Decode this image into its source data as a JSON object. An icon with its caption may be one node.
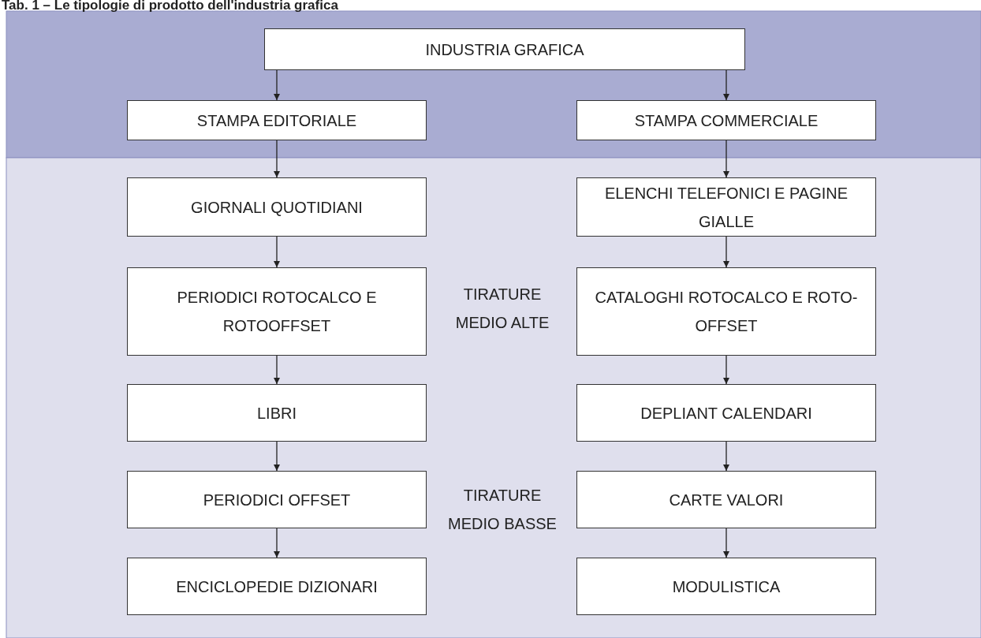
{
  "diagram": {
    "title": "Tab. 1 – Le tipologie di prodotto dell'industria grafica",
    "nodes": [
      {
        "text": [
          "INDUSTRIA GRAFICA"
        ]
      },
      {
        "text": [
          "STAMPA EDITORIALE"
        ]
      },
      {
        "text": [
          "STAMPA COMMERCIALE"
        ]
      },
      {
        "text": [
          "GIORNALI QUOTIDIANI"
        ]
      },
      {
        "text": [
          "PERIODICI ROTOCALCO E ROTOOFFSET"
        ]
      },
      {
        "text": [
          "LIBRI"
        ]
      },
      {
        "text": [
          "PERIODICI OFFSET"
        ]
      },
      {
        "text": [
          "ENCICLOPEDIE DIZIONARI"
        ]
      },
      {
        "text": [
          "ELENCHI TELEFONICI E PAGINE GIALLE"
        ]
      },
      {
        "text": [
          "CATALOGHI ROTOCALCO E ROTO-OFFSET"
        ]
      },
      {
        "text": [
          "DEPLIANT CALENDARI"
        ]
      },
      {
        "text": [
          "CARTE VALORI"
        ]
      },
      {
        "text": [
          "MODULISTICA"
        ]
      }
    ],
    "edges": [
      {
        "from": 0,
        "to": 1,
        "arrow": "to"
      },
      {
        "from": 0,
        "to": 2,
        "arrow": "to"
      },
      {
        "from": 1,
        "to": 3,
        "arrow": "to"
      },
      {
        "from": 3,
        "to": 4,
        "arrow": "to"
      },
      {
        "from": 4,
        "to": 5,
        "arrow": "to"
      },
      {
        "from": 5,
        "to": 6,
        "arrow": "to"
      },
      {
        "from": 6,
        "to": 7,
        "arrow": "to"
      },
      {
        "from": 2,
        "to": 8,
        "arrow": "to"
      },
      {
        "from": 8,
        "to": 9,
        "arrow": "to"
      },
      {
        "from": 9,
        "to": 10,
        "arrow": "to"
      },
      {
        "from": 10,
        "to": 11,
        "arrow": "to"
      },
      {
        "from": 11,
        "to": 12,
        "arrow": "to"
      }
    ],
    "labels": [
      "TIRATURE MEDIO ALTE",
      "TIRATURE MEDIO BASSE"
    ]
  }
}
